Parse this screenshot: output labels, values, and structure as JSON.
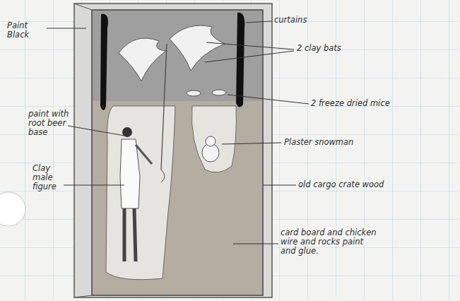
{
  "diagram": {
    "labels": [
      "Paint Black",
      "curtains",
      "2 clay bats",
      "2 freeze dried mice",
      "paint with root beer base",
      "Plaster snowman",
      "Clay male figure",
      "old cargo crate wood",
      "card board and chicken wire and rocks paint and glue."
    ]
  }
}
